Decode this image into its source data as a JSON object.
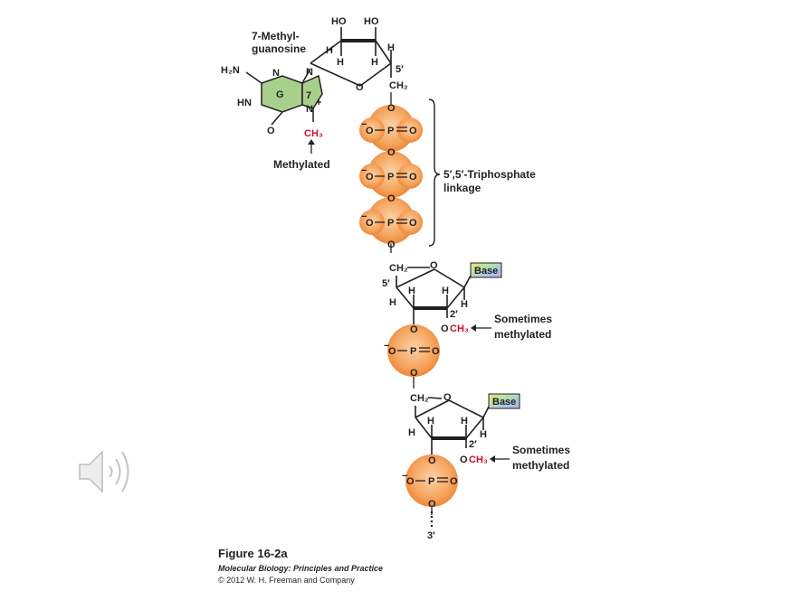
{
  "labels": {
    "cap_name_line1": "7-Methyl-",
    "cap_name_line2": "guanosine",
    "methylated": "Methylated",
    "linkage_line1": "5′,5′-Triphosphate",
    "linkage_line2": "linkage",
    "sometimes_line1": "Sometimes",
    "sometimes_line2": "methylated",
    "base": "Base"
  },
  "atoms": {
    "HO": "HO",
    "H": "H",
    "O": "O",
    "P": "P",
    "N": "N",
    "G": "G",
    "seven": "7",
    "plus": "+",
    "H2N": "H₂N",
    "HN": "HN",
    "CH3": "CH₃",
    "CH2": "CH₂",
    "OCH3_O": "O",
    "OCH3_CH3": "CH₃",
    "five_prime": "5′",
    "two_prime": "2′",
    "three_prime": "3′",
    "minus": "−"
  },
  "caption": {
    "figure": "Figure 16-2a",
    "book": "Molecular Biology: Principles and Practice",
    "copyright": "© 2012 W. H. Freeman and Company"
  },
  "colors": {
    "phosphate_center": "#f9c38a",
    "phosphate_edge": "#ef8a3a",
    "guanine_fill": "#a8d08d",
    "methyl_red": "#c8102e",
    "base_box_gradient": [
      "#f6e37a",
      "#b9e2a0",
      "#a7c7ea",
      "#c9a9de"
    ]
  },
  "speaker_icon": "speaker-icon"
}
